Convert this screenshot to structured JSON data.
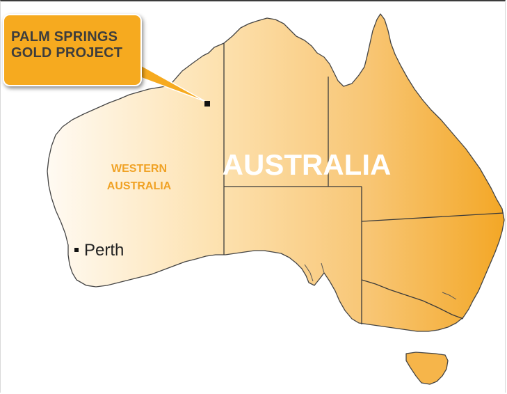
{
  "map": {
    "callout": {
      "line1": "PALM SPRINGS",
      "line2": "GOLD PROJECT"
    },
    "labels": {
      "country": "AUSTRALIA",
      "state_line1": "WESTERN",
      "state_line2": "AUSTRALIA",
      "city": "Perth"
    },
    "markers": [
      "project-site-marker",
      "perth-marker"
    ],
    "colors": {
      "land_light": "#fff8ec",
      "land_dark": "#f3a726",
      "callout_fill": "#f6aa1f",
      "state_label": "#f0a225",
      "country_label": "#ffffff",
      "border_line": "#3a3a3a"
    }
  }
}
